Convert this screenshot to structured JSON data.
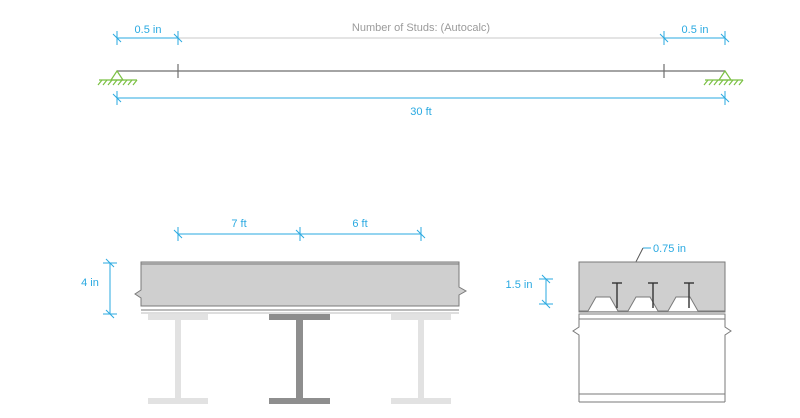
{
  "elevation": {
    "left_offset": "0.5 in",
    "right_offset": "0.5 in",
    "studs_label": "Number of Studs: (Autocalc)",
    "span": "30 ft"
  },
  "section": {
    "spacing_left": "7 ft",
    "spacing_right": "6 ft",
    "slab_thickness": "4 in"
  },
  "deck_detail": {
    "deck_height": "1.5 in",
    "stud_diameter": "0.75 in"
  },
  "colors": {
    "dimension": "#29a9e1",
    "support": "#7bc043",
    "slab_fill": "#cfcfcf",
    "beam_line": "#6e6e6e",
    "ghost_beam": "#e2e2e2",
    "main_beam": "#8e8e8e"
  }
}
